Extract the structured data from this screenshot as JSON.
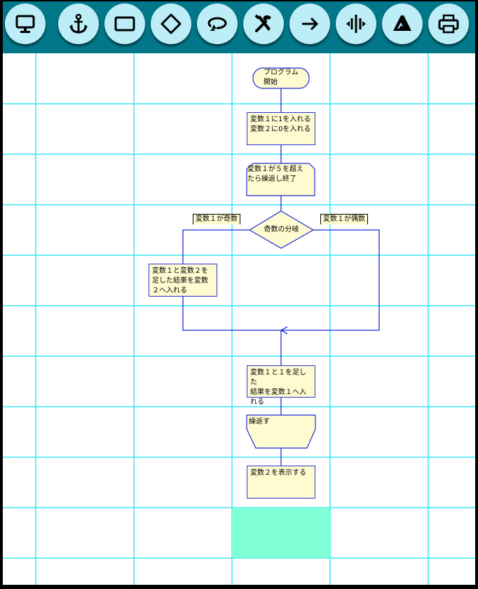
{
  "toolbar": {
    "background": "#02778a",
    "button_color": "#bdeef7",
    "buttons": [
      {
        "icon": "monitor-icon"
      },
      {
        "icon": "anchor-icon"
      },
      {
        "icon": "rectangle-icon"
      },
      {
        "icon": "diamond-icon"
      },
      {
        "icon": "loop-icon"
      },
      {
        "icon": "tools-icon"
      },
      {
        "icon": "arrow-right-icon"
      },
      {
        "icon": "split-icon"
      },
      {
        "icon": "triangle-icon"
      },
      {
        "icon": "printer-icon"
      }
    ]
  },
  "canvas": {
    "grid_color": "#39e6f5",
    "highlight_color": "#7fffd6"
  },
  "flowchart": {
    "start": "プログラム\n開始",
    "init": "変数１に1を入れる\n変数２に0を入れる",
    "loop_start": "変数１が５を超え\nたら繰返し終了",
    "branch": "奇数の分岐",
    "branch_left_label": "変数１が奇数",
    "branch_right_label": "変数１が偶数",
    "odd_process": "変数１と変数２を\n足した結果を変数\n２へ入れる",
    "increment": "変数１と１を足した\n結果を変数１へ入\nれる",
    "loop_end": "繰返す",
    "output": "変数２を表示する"
  }
}
